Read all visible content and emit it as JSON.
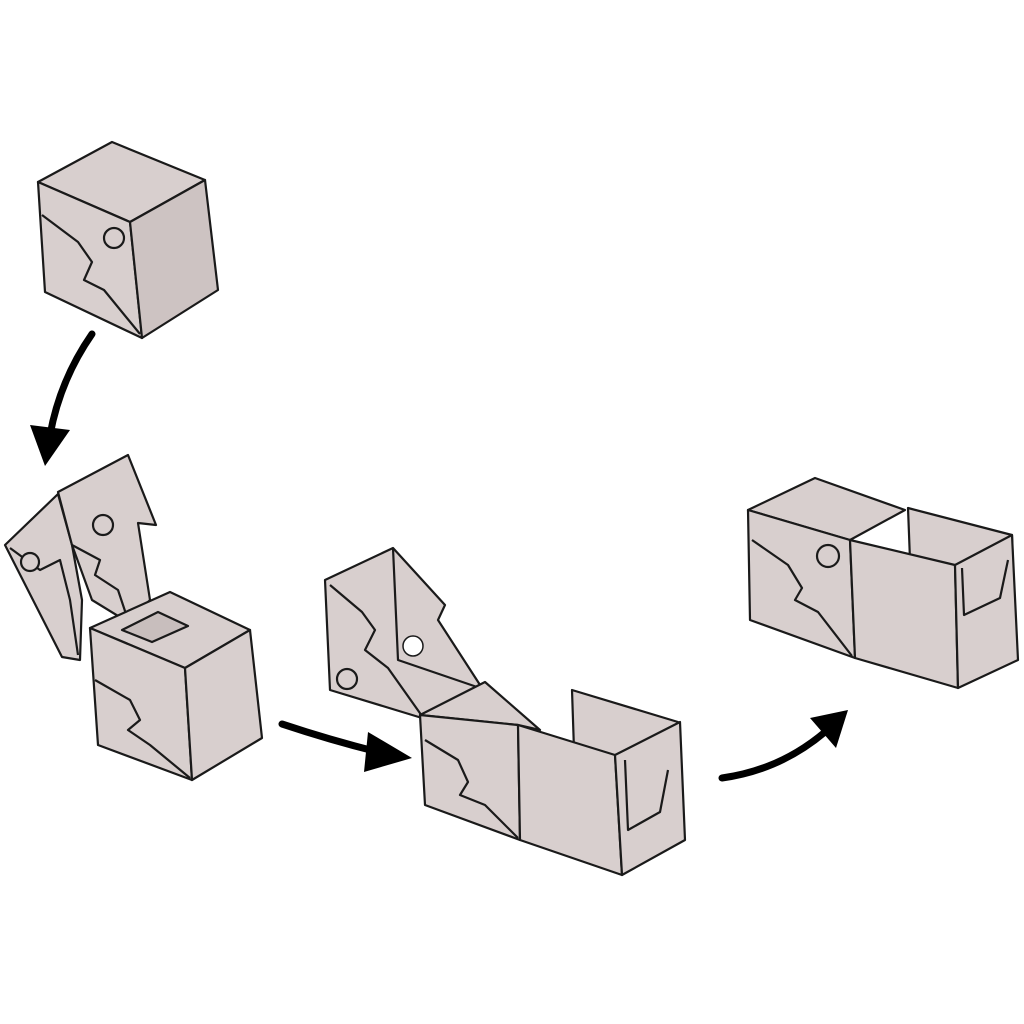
{
  "colors": {
    "face": "#d8cfce",
    "face_dark": "#cdc3c2",
    "outline": "#1a1a1a",
    "arrow": "#000000",
    "hole": "#ffffff"
  },
  "steps": [
    "closed-cube",
    "opened-cube",
    "unfolding",
    "assembled-pair"
  ]
}
